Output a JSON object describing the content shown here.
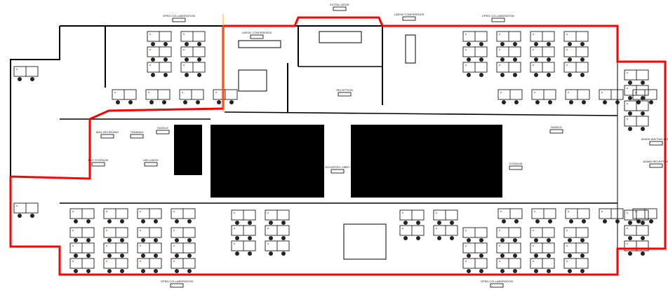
{
  "colors": {
    "boundary": "#ff0000",
    "walls": "#000000",
    "accent": "#ffb000",
    "furniture_mark": "#e07040"
  },
  "labels": {
    "open_collab_tl": "OPEN COLLABORATION",
    "extra_large": "EXTRA LARGE",
    "large_conf_top": "LARGE CONFERENCE",
    "open_collab_tr": "OPEN COLLABORATION",
    "large_conf_inner": "LARGE CONFERENCE",
    "reception": "RECEPTION",
    "mail_receiving": "MAIL RECEIVING",
    "training": "TRAINING",
    "huddle_l": "HUDDLE",
    "file_storage": "FILE STORAGE",
    "wellness": "WELLNESS",
    "elevator_lobby": "ELEVATOR LOBBY",
    "huddle_r": "HUDDLE",
    "storage_r": "STORAGE",
    "admin_waiting": "ADMIN WAITING AREA",
    "admin_reception": "ADMIN RECEPTION",
    "open_collab_bl": "OPEN COLLABORATION",
    "open_collab_br": "OPEN COLLABORATION"
  }
}
